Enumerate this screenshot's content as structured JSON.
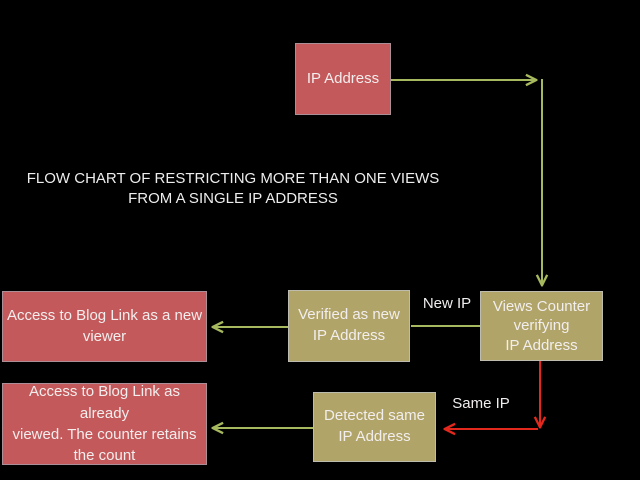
{
  "slide": {
    "background": "#000000",
    "title": "FLOW CHART OF RESTRICTING MORE THAN ONE VIEWS\nFROM A SINGLE IP ADDRESS"
  },
  "nodes": {
    "ip_address": {
      "label": "IP Address",
      "fill": "#c4595b"
    },
    "views_counter": {
      "label": "Views Counter\nverifying\nIP Address",
      "fill": "#b0a468"
    },
    "verified_new": {
      "label": "Verified as new\nIP Address",
      "fill": "#b0a468"
    },
    "access_new": {
      "label": "Access to Blog Link as a new\nviewer",
      "fill": "#c4595b"
    },
    "detected_same": {
      "label": "Detected same\nIP Address",
      "fill": "#b0a468"
    },
    "access_already": {
      "label": "Access to Blog Link as already\nviewed. The counter retains\nthe count",
      "fill": "#c4595b"
    }
  },
  "edge_labels": {
    "new_ip": "New IP",
    "same_ip": "Same IP"
  },
  "edges": [
    {
      "from": "ip_address",
      "to": "views_counter",
      "color": "#a6b95e",
      "label": ""
    },
    {
      "from": "views_counter",
      "to": "verified_new",
      "color": "#a6b95e",
      "label": "New IP"
    },
    {
      "from": "verified_new",
      "to": "access_new",
      "color": "#a6b95e",
      "label": ""
    },
    {
      "from": "views_counter",
      "to": "detected_same",
      "color": "#e3291d",
      "label": "Same IP"
    },
    {
      "from": "detected_same",
      "to": "access_already",
      "color": "#a6b95e",
      "label": ""
    }
  ],
  "colors": {
    "background": "#000000",
    "box_red": "#c4595b",
    "box_olive": "#b0a468",
    "connector_green": "#a6b95e",
    "connector_red": "#e3291d",
    "text": "#f2eeee"
  }
}
